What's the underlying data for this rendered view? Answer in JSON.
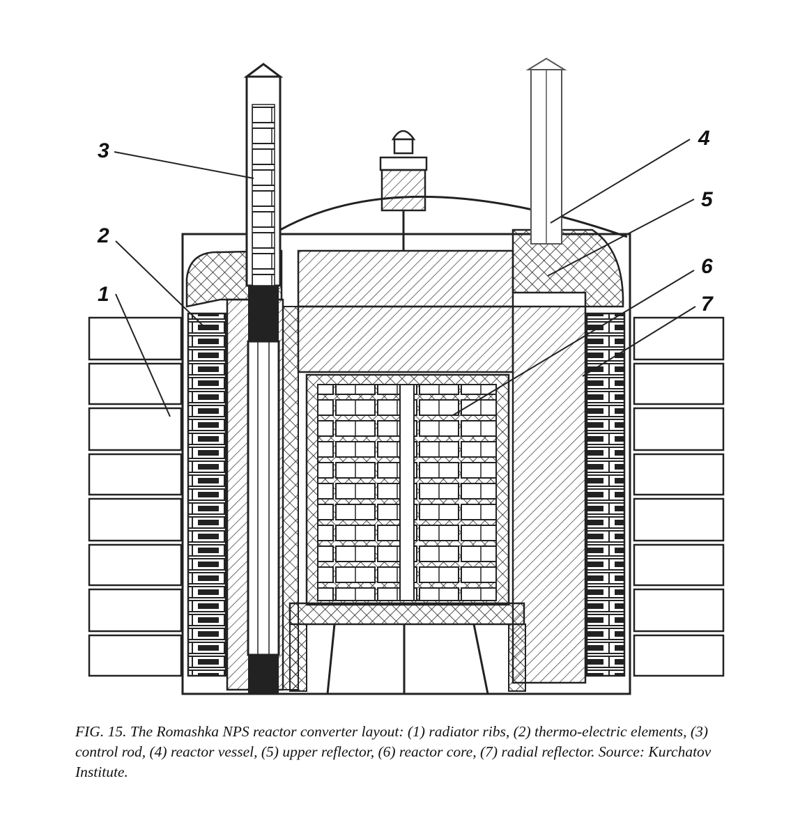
{
  "labels": [
    {
      "id": "1",
      "text": "1"
    },
    {
      "id": "2",
      "text": "2"
    },
    {
      "id": "3",
      "text": "3"
    },
    {
      "id": "4",
      "text": "4"
    },
    {
      "id": "5",
      "text": "5"
    },
    {
      "id": "6",
      "text": "6"
    },
    {
      "id": "7",
      "text": "7"
    }
  ],
  "caption": "FIG. 15.  The Romashka  NPS reactor converter layout: (1) radiator ribs, (2) thermo-electric elements, (3) control rod, (4) reactor vessel, (5) upper reflector, (6) reactor core, (7) radial reflector. Source: Kurchatov Institute."
}
